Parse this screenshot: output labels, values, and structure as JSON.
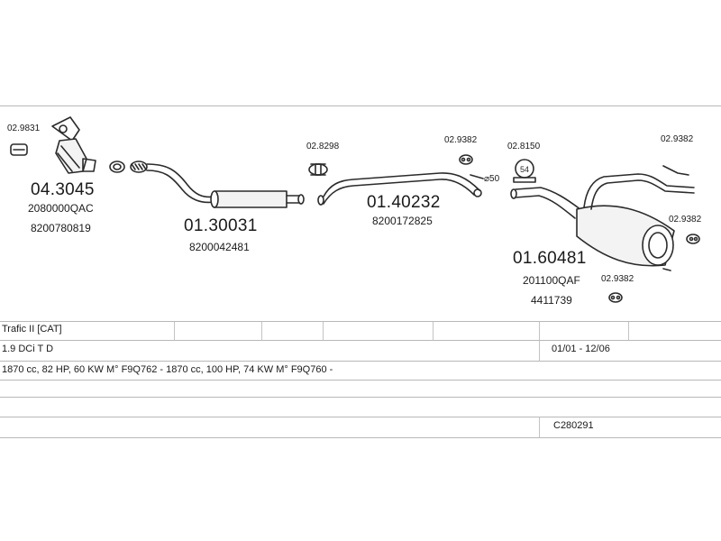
{
  "parts": {
    "catalyst": {
      "code": "04.3045",
      "ref1": "2080000QAC",
      "ref2": "8200780819"
    },
    "cat_clamp": {
      "code": "02.9831"
    },
    "front_pipe": {
      "code": "01.30031",
      "ref1": "8200042481"
    },
    "joint": {
      "code": "02.8298"
    },
    "middle_pipe": {
      "code": "01.40232",
      "ref1": "8200172825"
    },
    "hanger_a": {
      "code": "02.9382"
    },
    "clamp_54": {
      "code": "02.8150",
      "badge": "54"
    },
    "diameter": {
      "label": "⌀50"
    },
    "rear_muffler": {
      "code": "01.60481",
      "ref1": "201100QAF",
      "ref2": "4411739"
    },
    "hanger_b": {
      "code": "02.9382"
    },
    "hanger_c": {
      "code": "02.9382"
    },
    "hanger_d": {
      "code": "02.9382"
    }
  },
  "table": {
    "vehicle": "Trafic II  [CAT]",
    "engine": "1.9 DCi T D",
    "years": "01/01 - 12/06",
    "specs": "1870 cc, 82 HP, 60 KW M° F9Q762 - 1870 cc, 100 HP, 74 KW M° F9Q760 -",
    "kit_code": "C280291"
  },
  "colors": {
    "line": "#2b2b2b",
    "rule": "#b8b8b8",
    "text": "#1a1a1a"
  }
}
